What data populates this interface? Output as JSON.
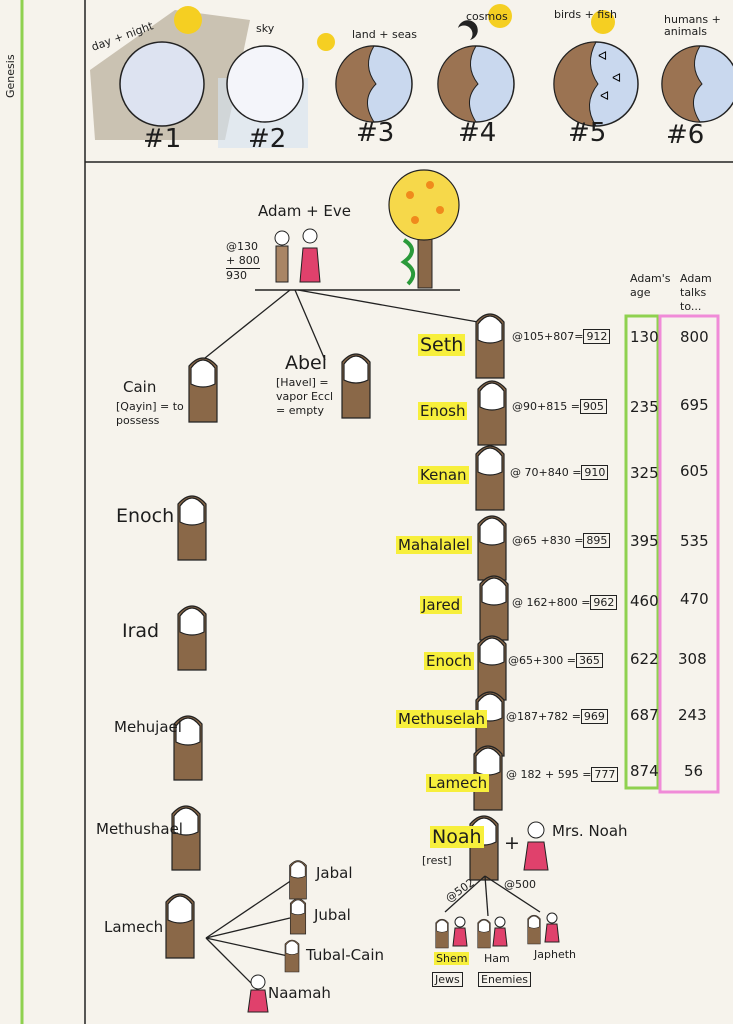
{
  "side_label": "Genesis",
  "days": [
    {
      "caption": "day + night",
      "number": "#1"
    },
    {
      "caption": "sky",
      "number": "#2"
    },
    {
      "caption": "land + seas",
      "number": "#3"
    },
    {
      "caption": "cosmos",
      "number": "#4"
    },
    {
      "caption": "birds + fish",
      "number": "#5"
    },
    {
      "caption": "humans + animals",
      "number": "#6"
    }
  ],
  "adam_eve": {
    "label": "Adam + Eve",
    "calc": [
      "@130",
      "+ 800",
      "930"
    ]
  },
  "cain_line": [
    {
      "name": "Cain",
      "note": "[Qayin] = to possess"
    },
    {
      "name": "Enoch"
    },
    {
      "name": "Irad"
    },
    {
      "name": "Mehujael"
    },
    {
      "name": "Methushael"
    },
    {
      "name": "Lamech"
    }
  ],
  "abel": {
    "name": "Abel",
    "note": "[Havel] = vapor Eccl = empty"
  },
  "lamech_children": [
    "Jabal",
    "Jubal",
    "Tubal-Cain",
    "Naamah"
  ],
  "table_headers": {
    "age": "Adam's age",
    "talks": "Adam talks to..."
  },
  "seth_line": [
    {
      "name": "Seth",
      "calc": "@105+807=",
      "total": "912",
      "age": "130",
      "talks": "800"
    },
    {
      "name": "Enosh",
      "calc": "@90+815 =",
      "total": "905",
      "age": "235",
      "talks": "695"
    },
    {
      "name": "Kenan",
      "calc": "@ 70+840 =",
      "total": "910",
      "age": "325",
      "talks": "605"
    },
    {
      "name": "Mahalalel",
      "calc": "@65 +830 =",
      "total": "895",
      "age": "395",
      "talks": "535"
    },
    {
      "name": "Jared",
      "calc": "@ 162+800 =",
      "total": "962",
      "age": "460",
      "talks": "470"
    },
    {
      "name": "Enoch",
      "calc": "@65+300 =",
      "total": "365",
      "age": "622",
      "talks": "308"
    },
    {
      "name": "Methuselah",
      "calc": "@187+782 =",
      "total": "969",
      "age": "687",
      "talks": "243"
    },
    {
      "name": "Lamech",
      "calc": "@ 182 + 595 =",
      "total": "777",
      "age": "874",
      "talks": "56"
    }
  ],
  "noah": {
    "name": "Noah",
    "note": "[rest]",
    "wife": "Mrs. Noah",
    "age_a": "@502",
    "age_b": "@500"
  },
  "sons": [
    {
      "name": "Shem",
      "tag": "Jews"
    },
    {
      "name": "Ham",
      "tag": "Enemies"
    },
    {
      "name": "Japheth"
    }
  ],
  "colors": {
    "sun": "#f5cf22",
    "earth": "#9b7352",
    "water": "#c9d8ee",
    "robe": "#8a6848",
    "highlight": "#f7ef3c",
    "green_line": "#8fd14f",
    "pink_line": "#f08bd8"
  }
}
